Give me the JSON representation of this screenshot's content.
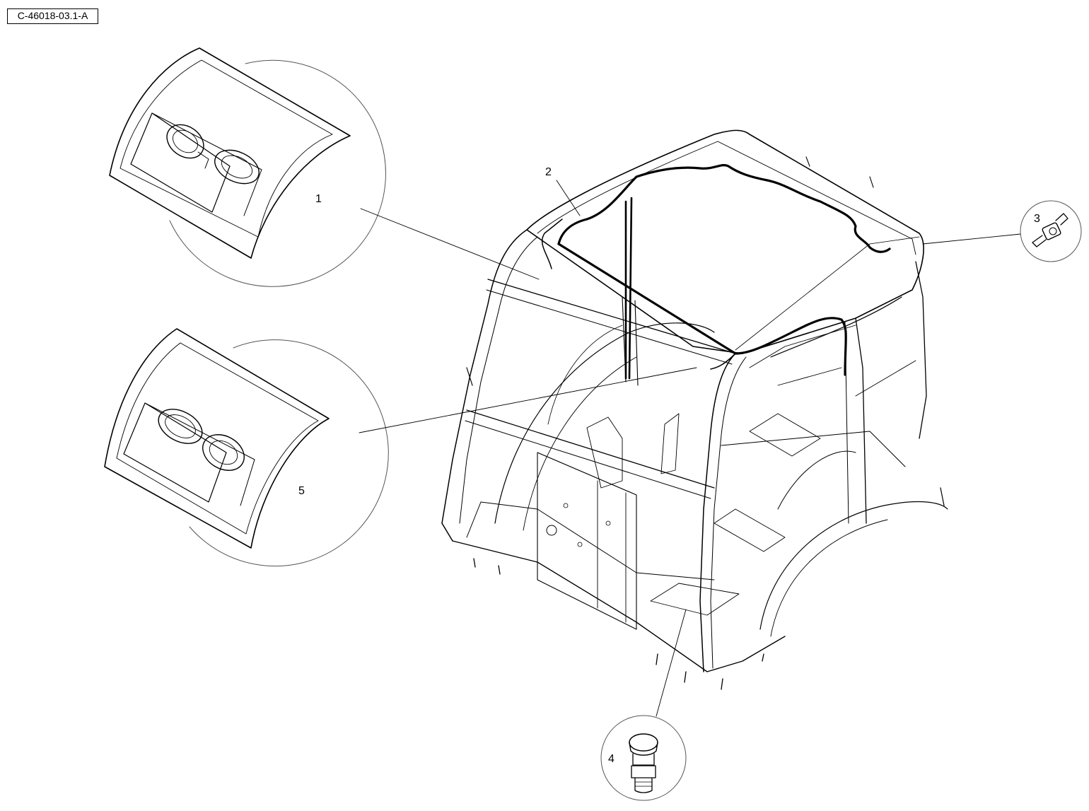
{
  "diagram": {
    "reference_code": "C-46018-03.1-A",
    "callouts": {
      "item1": "1",
      "item2": "2",
      "item3": "3",
      "item4": "4",
      "item5": "5"
    }
  }
}
